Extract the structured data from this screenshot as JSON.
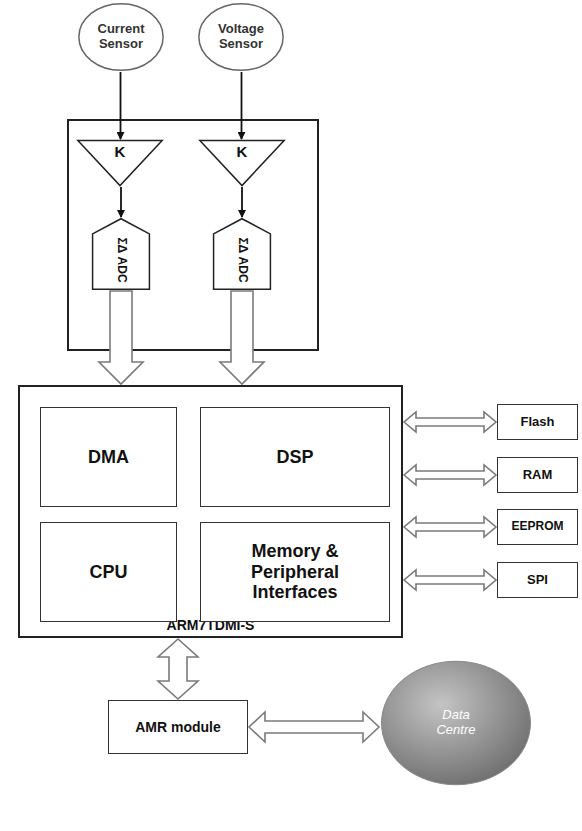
{
  "diagram": {
    "nodes": [
      {
        "text": [
          "Current Sensor"
        ]
      },
      {
        "text": [
          "Voltage Sensor"
        ]
      },
      {
        "text": [
          "K"
        ]
      },
      {
        "text": [
          "ΣΔ ADC"
        ]
      },
      {
        "text": [
          "K"
        ]
      },
      {
        "text": [
          "ΣΔ ADC"
        ]
      },
      {
        "text": [
          "ARM7TDMI-S"
        ]
      },
      {
        "text": [
          "DMA"
        ],
        "in": 6
      },
      {
        "text": [
          "DSP"
        ],
        "in": 6
      },
      {
        "text": [
          "CPU"
        ],
        "in": 6
      },
      {
        "text": [
          "Memory & Peripheral Interfaces"
        ],
        "in": 6
      },
      {
        "text": [
          "Flash"
        ]
      },
      {
        "text": [
          "RAM"
        ]
      },
      {
        "text": [
          "EEPROM"
        ]
      },
      {
        "text": [
          "SPI"
        ]
      },
      {
        "text": [
          "AMR module"
        ]
      },
      {
        "text": [
          "Data Centre"
        ]
      }
    ],
    "edges": [
      {
        "from": 0,
        "to": 2,
        "arrow": "to"
      },
      {
        "from": 2,
        "to": 3,
        "arrow": "to"
      },
      {
        "from": 1,
        "to": 4,
        "arrow": "to"
      },
      {
        "from": 4,
        "to": 5,
        "arrow": "to"
      },
      {
        "from": 3,
        "to": 6,
        "arrow": "to"
      },
      {
        "from": 5,
        "to": 6,
        "arrow": "to"
      },
      {
        "from": 6,
        "to": 11,
        "arrow": "both"
      },
      {
        "from": 6,
        "to": 12,
        "arrow": "both"
      },
      {
        "from": 6,
        "to": 13,
        "arrow": "both"
      },
      {
        "from": 6,
        "to": 14,
        "arrow": "both"
      },
      {
        "from": 6,
        "to": 15,
        "arrow": "both"
      },
      {
        "from": 15,
        "to": 16,
        "arrow": "both"
      }
    ]
  }
}
